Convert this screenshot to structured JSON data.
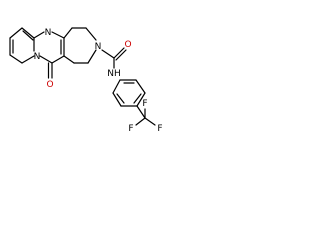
{
  "molecule": {
    "atoms": {
      "n_pyrimidine": "N",
      "n_bridgehead": "N",
      "n_amide_ring": "N",
      "o_ring_carbonyl": "O",
      "o_amide_carbonyl": "O",
      "nh_amide": "NH",
      "f_top": "F",
      "f_left": "F",
      "f_right": "F"
    }
  }
}
